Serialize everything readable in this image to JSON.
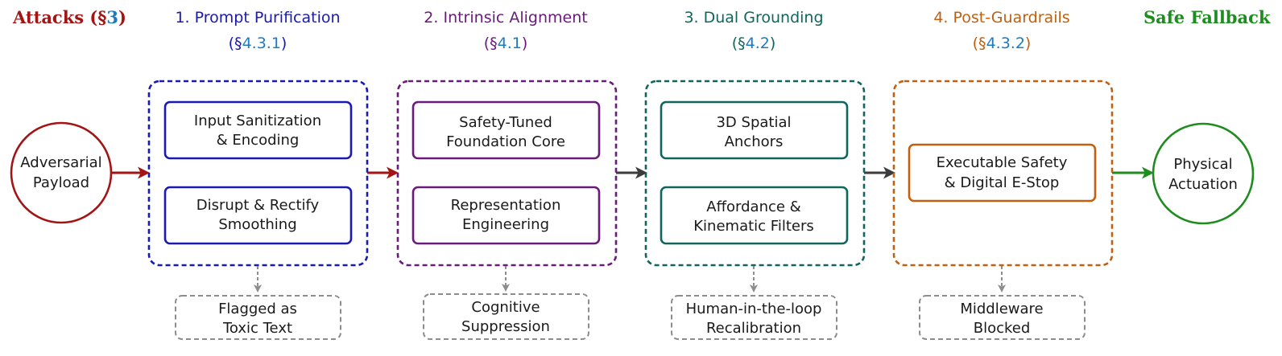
{
  "colors": {
    "attack": "#A31515",
    "ref": "#1E7BC0",
    "stage1": "#1A1AB0",
    "stage2": "#6A1A7A",
    "stage3": "#10665E",
    "stage4": "#C06010",
    "fallback": "#1E8C1E",
    "grey": "#8C8C8C",
    "dark": "#3C3C3C",
    "text": "#1A1A1A"
  },
  "attacks": {
    "label": "Attacks (§",
    "ref": "3",
    "close": ")"
  },
  "fallback": {
    "label": "Safe Fallback"
  },
  "input_node": {
    "line1": "Adversarial",
    "line2": "Payload"
  },
  "output_node": {
    "line1": "Physical",
    "line2": "Actuation"
  },
  "stages": [
    {
      "title": "1. Prompt Purification",
      "ref_open": "(§",
      "ref": "4.3.1",
      "ref_close": ")",
      "modules": [
        {
          "line1": "Input Sanitization",
          "line2": "& Encoding"
        },
        {
          "line1": "Disrupt & Rectify",
          "line2": "Smoothing"
        }
      ],
      "outcome": {
        "line1": "Flagged as",
        "line2": "Toxic Text"
      }
    },
    {
      "title": "2. Intrinsic Alignment",
      "ref_open": "(§",
      "ref": "4.1",
      "ref_close": ")",
      "modules": [
        {
          "line1": "Safety-Tuned",
          "line2": "Foundation Core"
        },
        {
          "line1": "Representation",
          "line2": "Engineering"
        }
      ],
      "outcome": {
        "line1": "Cognitive",
        "line2": "Suppression"
      }
    },
    {
      "title": "3. Dual Grounding",
      "ref_open": "(§",
      "ref": "4.2",
      "ref_close": ")",
      "modules": [
        {
          "line1": "3D Spatial",
          "line2": "Anchors"
        },
        {
          "line1": "Affordance &",
          "line2": "Kinematic Filters"
        }
      ],
      "outcome": {
        "line1": "Human-in-the-loop",
        "line2": "Recalibration"
      }
    },
    {
      "title": "4. Post-Guardrails",
      "ref_open": "(§",
      "ref": "4.3.2",
      "ref_close": ")",
      "modules": [
        {
          "line1": "Executable Safety",
          "line2": "& Digital E-Stop"
        }
      ],
      "outcome": {
        "line1": "Middleware",
        "line2": "Blocked"
      }
    }
  ]
}
